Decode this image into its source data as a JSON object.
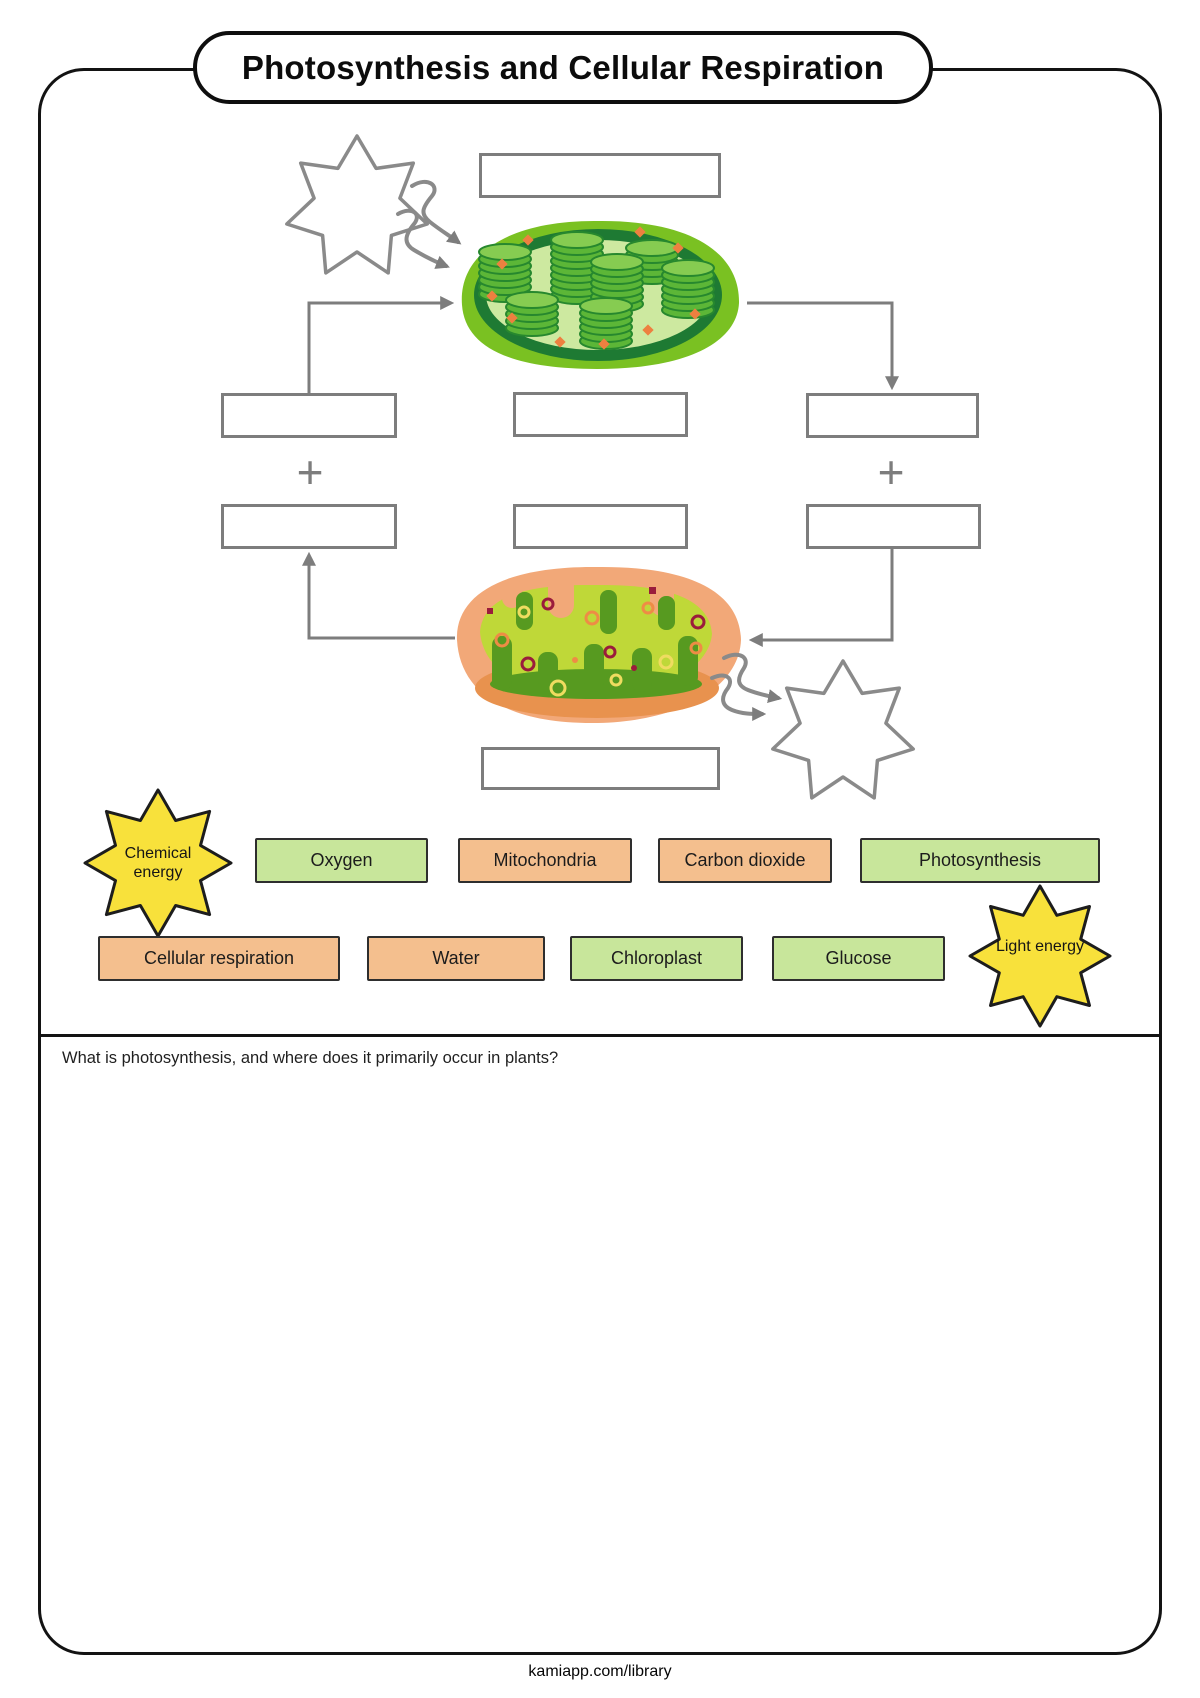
{
  "title": "Photosynthesis and Cellular Respiration",
  "diagram": {
    "answer_box_count": 9,
    "plus_sign": "+"
  },
  "word_bank": {
    "stars": [
      {
        "label": "Chemical energy"
      },
      {
        "label": "Light energy"
      }
    ],
    "chips": [
      {
        "label": "Oxygen",
        "color": "green"
      },
      {
        "label": "Mitochondria",
        "color": "orange"
      },
      {
        "label": "Carbon dioxide",
        "color": "orange"
      },
      {
        "label": "Photosynthesis",
        "color": "green"
      },
      {
        "label": "Cellular respiration",
        "color": "orange"
      },
      {
        "label": "Water",
        "color": "orange"
      },
      {
        "label": "Chloroplast",
        "color": "green"
      },
      {
        "label": "Glucose",
        "color": "green"
      }
    ]
  },
  "question_section": {
    "question": "What is photosynthesis, and where does it primarily occur in plants?"
  },
  "footer": {
    "link": "kamiapp.com/library"
  },
  "colors": {
    "chip_green": "#c8e69b",
    "chip_orange": "#f4bf8e",
    "star_yellow": "#f8e13b",
    "diagram_gray": "#7d7d7d",
    "chloroplast_green": "#7ac122",
    "mitochondria_orange": "#f2a878"
  }
}
